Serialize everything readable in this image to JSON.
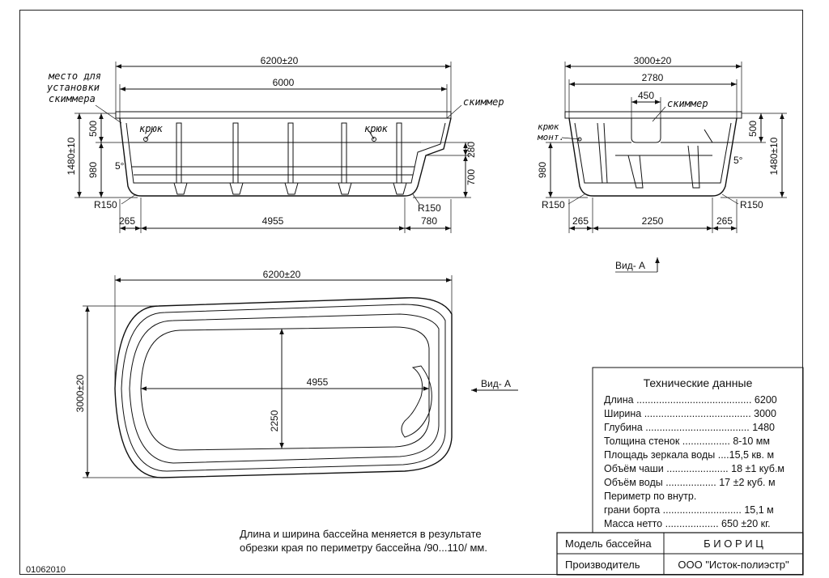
{
  "side_view": {
    "overall_length": "6200",
    "overall_length_tol": "±20",
    "inner_length": "6000",
    "skimmer_place_1": "место для",
    "skimmer_place_2": "установки",
    "skimmer_place_3": "скиммера",
    "skimmer": "скиммер",
    "hook_left": "крюк",
    "hook_right": "крюк",
    "depth_total": "1480±10",
    "depth_500": "500",
    "depth_980": "980",
    "angle": "5°",
    "radius_left": "R150",
    "radius_right": "R150",
    "step_280": "280",
    "step_700": "700",
    "bottom_265": "265",
    "bottom_4955": "4955",
    "bottom_780": "780"
  },
  "end_view": {
    "overall_width": "3000",
    "overall_width_tol": "±20",
    "inner_width": "2780",
    "skimmer_width": "450",
    "skimmer": "скиммер",
    "hook_mount_1": "крюк",
    "hook_mount_2": "монт.",
    "depth_500": "500",
    "depth_total": "1480±10",
    "depth_980": "980",
    "angle": "5°",
    "radius_left": "R150",
    "radius_right": "R150",
    "bottom_265_left": "265",
    "bottom_2250": "2250",
    "bottom_265_right": "265"
  },
  "view_a_top": "Вид- А",
  "plan_view": {
    "overall_length": "6200",
    "overall_length_tol": "±20",
    "overall_width": "3000±20",
    "inner_length": "4955",
    "inner_width": "2250",
    "view_label": "Вид- А"
  },
  "specs": {
    "title": "Технические данные",
    "lines": [
      "Длина ......................................... 6200",
      "Ширина ...................................... 3000",
      "Глубина ..................................... 1480",
      "Толщина  стенок ................. 8-10 мм",
      "Площадь зеркала воды ....15,5 кв. м",
      "Объём чаши ...................... 18 ±1 куб.м",
      "Объём воды .................. 17 ±2 куб. м",
      "Периметр по внутр.",
      "грани борта ............................ 15,1 м",
      "Масса нетто ................... 650 ±20 кг."
    ]
  },
  "note": {
    "line1": "Длина и ширина  бассейна меняется в результате",
    "line2": "обрезки края по периметру бассейна /90...110/ мм."
  },
  "title_block": {
    "model_label": "Модель бассейна",
    "model_value": "Б И О Р И Ц",
    "maker_label": "Производитель",
    "maker_value": "ООО \"Исток-полиэстр\""
  },
  "doc_number": "01062010"
}
